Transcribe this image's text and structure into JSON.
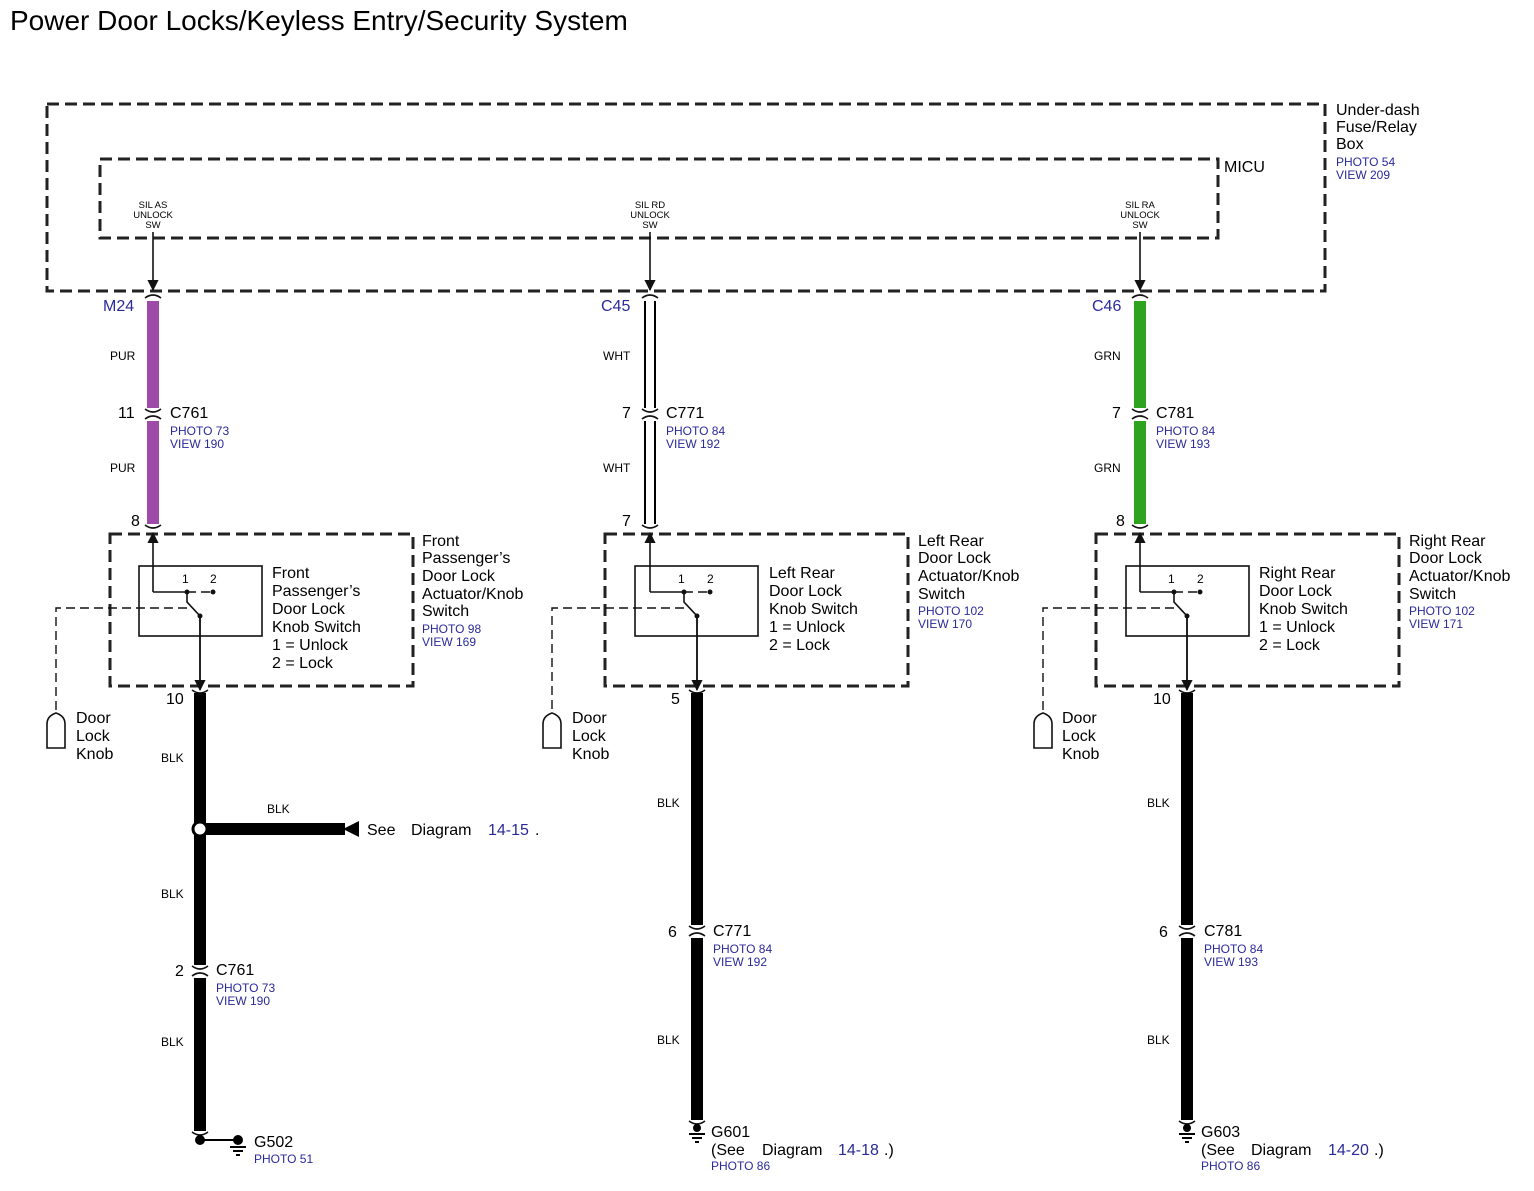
{
  "title": "Power Door Locks/Keyless Entry/Security System",
  "colors": {
    "box_fill": "#d3e4f4",
    "pur": "#9e4aa9",
    "grn": "#2ea31e",
    "blk": "#000000",
    "wht": "#ffffff",
    "ref_blue": "#2a2a9a"
  },
  "fuse_box": {
    "name_lines": [
      "Under-dash",
      "Fuse/Relay",
      "Box"
    ],
    "photo": "PHOTO 54",
    "view": "VIEW 209"
  },
  "micu": {
    "label": "MICU",
    "pins": [
      {
        "lines": [
          "SIL AS",
          "UNLOCK",
          "SW"
        ]
      },
      {
        "lines": [
          "SIL RD",
          "UNLOCK",
          "SW"
        ]
      },
      {
        "lines": [
          "SIL RA",
          "UNLOCK",
          "SW"
        ]
      }
    ]
  },
  "circuits": [
    {
      "terminal": "M24",
      "color": "PUR",
      "upper_connector": {
        "pin": "11",
        "name": "C761",
        "photo": "PHOTO 73",
        "view": "VIEW 190"
      },
      "switch_in_pin": "8",
      "switch_out_pin": "10",
      "switch_box": {
        "name_lines": [
          "Front",
          "Passenger’s",
          "Door Lock",
          "Actuator/Knob",
          "Switch"
        ],
        "photo": "PHOTO 98",
        "view": "VIEW 169"
      },
      "switch_label_lines": [
        "Front",
        "Passenger’s",
        "Door Lock",
        "Knob Switch",
        "1 = Unlock",
        "2 = Lock"
      ],
      "knob_lines": [
        "Door",
        "Lock",
        "Knob"
      ],
      "lower_wires": [
        "BLK",
        "BLK",
        "BLK"
      ],
      "splice": {
        "wire": "BLK",
        "text": "See",
        "diagram_word": "Diagram",
        "diagram_ref": "14-15",
        "end": "."
      },
      "lower_connector": {
        "pin": "2",
        "name": "C761",
        "photo": "PHOTO 73",
        "view": "VIEW 190"
      },
      "ground": {
        "name": "G502",
        "photo": "PHOTO 51"
      }
    },
    {
      "terminal": "C45",
      "color": "WHT",
      "upper_connector": {
        "pin": "7",
        "name": "C771",
        "photo": "PHOTO 84",
        "view": "VIEW 192"
      },
      "switch_in_pin": "7",
      "switch_out_pin": "5",
      "switch_box": {
        "name_lines": [
          "Left Rear",
          "Door Lock",
          "Actuator/Knob",
          "Switch"
        ],
        "photo": "PHOTO 102",
        "view": "VIEW 170"
      },
      "switch_label_lines": [
        "Left Rear",
        "Door Lock",
        "Knob Switch",
        "1 = Unlock",
        "2 = Lock"
      ],
      "knob_lines": [
        "Door",
        "Lock",
        "Knob"
      ],
      "lower_wires": [
        "BLK",
        "BLK"
      ],
      "lower_connector": {
        "pin": "6",
        "name": "C771",
        "photo": "PHOTO 84",
        "view": "VIEW 192"
      },
      "ground": {
        "name": "G601",
        "see": "(See",
        "diagram_word": "Diagram",
        "diagram_ref": "14-18",
        "end": ".)",
        "photo": "PHOTO 86"
      }
    },
    {
      "terminal": "C46",
      "color": "GRN",
      "upper_connector": {
        "pin": "7",
        "name": "C781",
        "photo": "PHOTO 84",
        "view": "VIEW 193"
      },
      "switch_in_pin": "8",
      "switch_out_pin": "10",
      "switch_box": {
        "name_lines": [
          "Right Rear",
          "Door Lock",
          "Actuator/Knob",
          "Switch"
        ],
        "photo": "PHOTO 102",
        "view": "VIEW 171"
      },
      "switch_label_lines": [
        "Right Rear",
        "Door Lock",
        "Knob Switch",
        "1 = Unlock",
        "2 = Lock"
      ],
      "knob_lines": [
        "Door",
        "Lock",
        "Knob"
      ],
      "lower_wires": [
        "BLK",
        "BLK"
      ],
      "lower_connector": {
        "pin": "6",
        "name": "C781",
        "photo": "PHOTO 84",
        "view": "VIEW 193"
      },
      "ground": {
        "name": "G603",
        "see": "(See",
        "diagram_word": "Diagram",
        "diagram_ref": "14-20",
        "end": ".)",
        "photo": "PHOTO 86"
      }
    }
  ]
}
